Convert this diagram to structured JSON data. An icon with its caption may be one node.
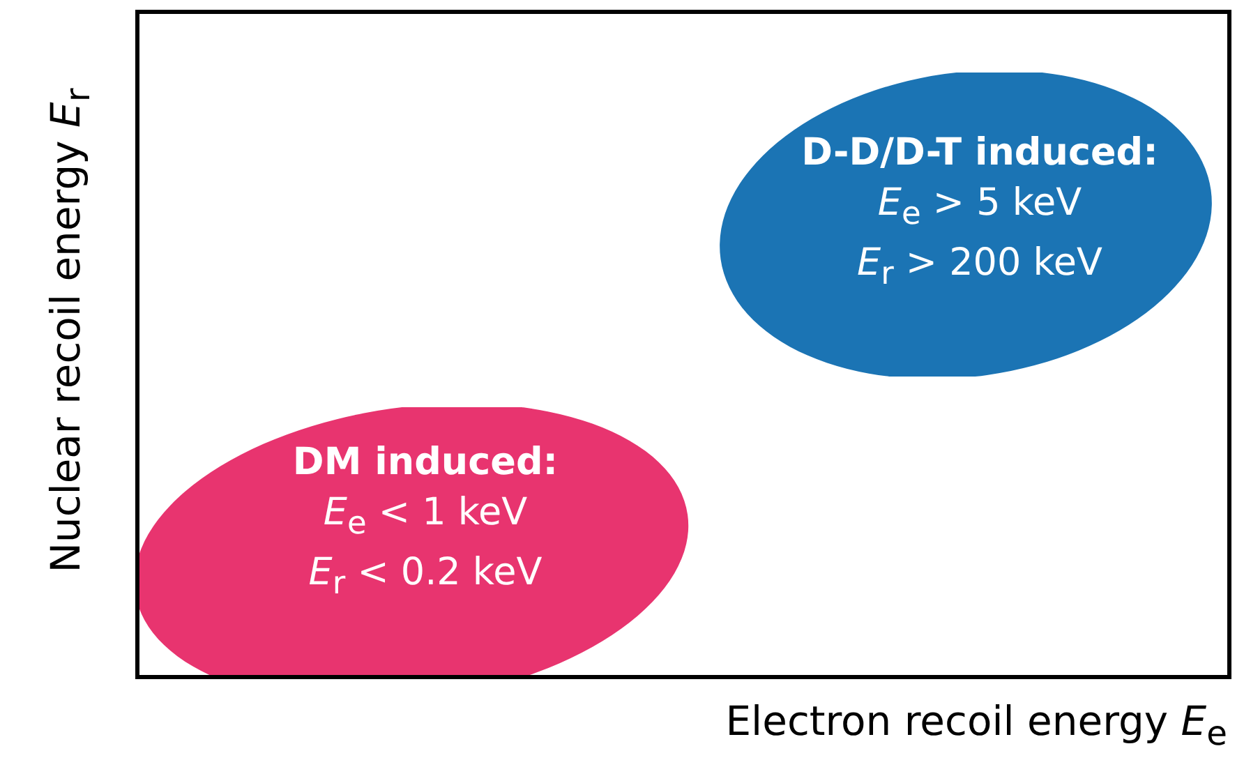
{
  "diagram": {
    "nodes": [
      {
        "text": [
          "D-D/D-T induced:",
          "*E*$_{e}$ > 5 keV",
          "*E*$_{r}$ > 200 keV"
        ]
      },
      {
        "text": [
          "DM induced:",
          "*E*$_{e}$ < 1 keV",
          "*E*$_{r}$ < 0.2 keV"
        ]
      }
    ],
    "labels": [
      "Nuclear recoil energy *E*$_{r}$",
      "Electron recoil energy *E*$_{e}$"
    ]
  }
}
